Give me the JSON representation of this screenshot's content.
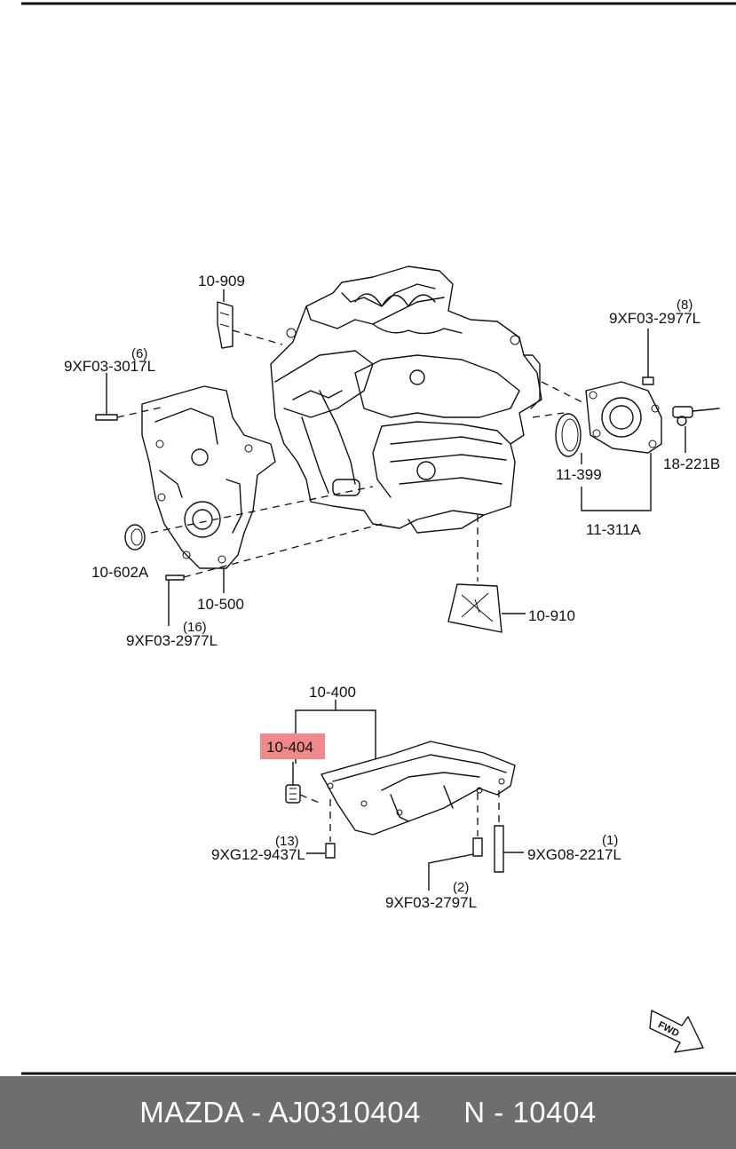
{
  "brand": "MAZDA",
  "part_number": "AJ0310404",
  "ref_code": "N - 10404",
  "footer_separator": " - ",
  "highlight_color": "#f08a8a",
  "footer_color": "#6e6e6e",
  "labels": {
    "l_10909": "10-909",
    "l_9xf03_3017l": "9XF03-3017L",
    "q_6": "(6)",
    "l_9xf03_2977l_top": "9XF03-2977L",
    "q_8": "(8)",
    "l_18_221b": "18-221B",
    "l_11_399": "11-399",
    "l_11_311a": "11-311A",
    "l_10_602a": "10-602A",
    "l_10_500": "10-500",
    "q_16": "(16)",
    "l_9xf03_2977l_bot": "9XF03-2977L",
    "l_10_910": "10-910",
    "l_10_400": "10-400",
    "l_10_404": "10-404",
    "q_13": "(13)",
    "l_9xg12_9437l": "9XG12-9437L",
    "q_1": "(1)",
    "l_9xg08_2217l": "9XG08-2217L",
    "q_2": "(2)",
    "l_9xf03_2797l": "9XF03-2797L",
    "fwd": "FWD"
  }
}
